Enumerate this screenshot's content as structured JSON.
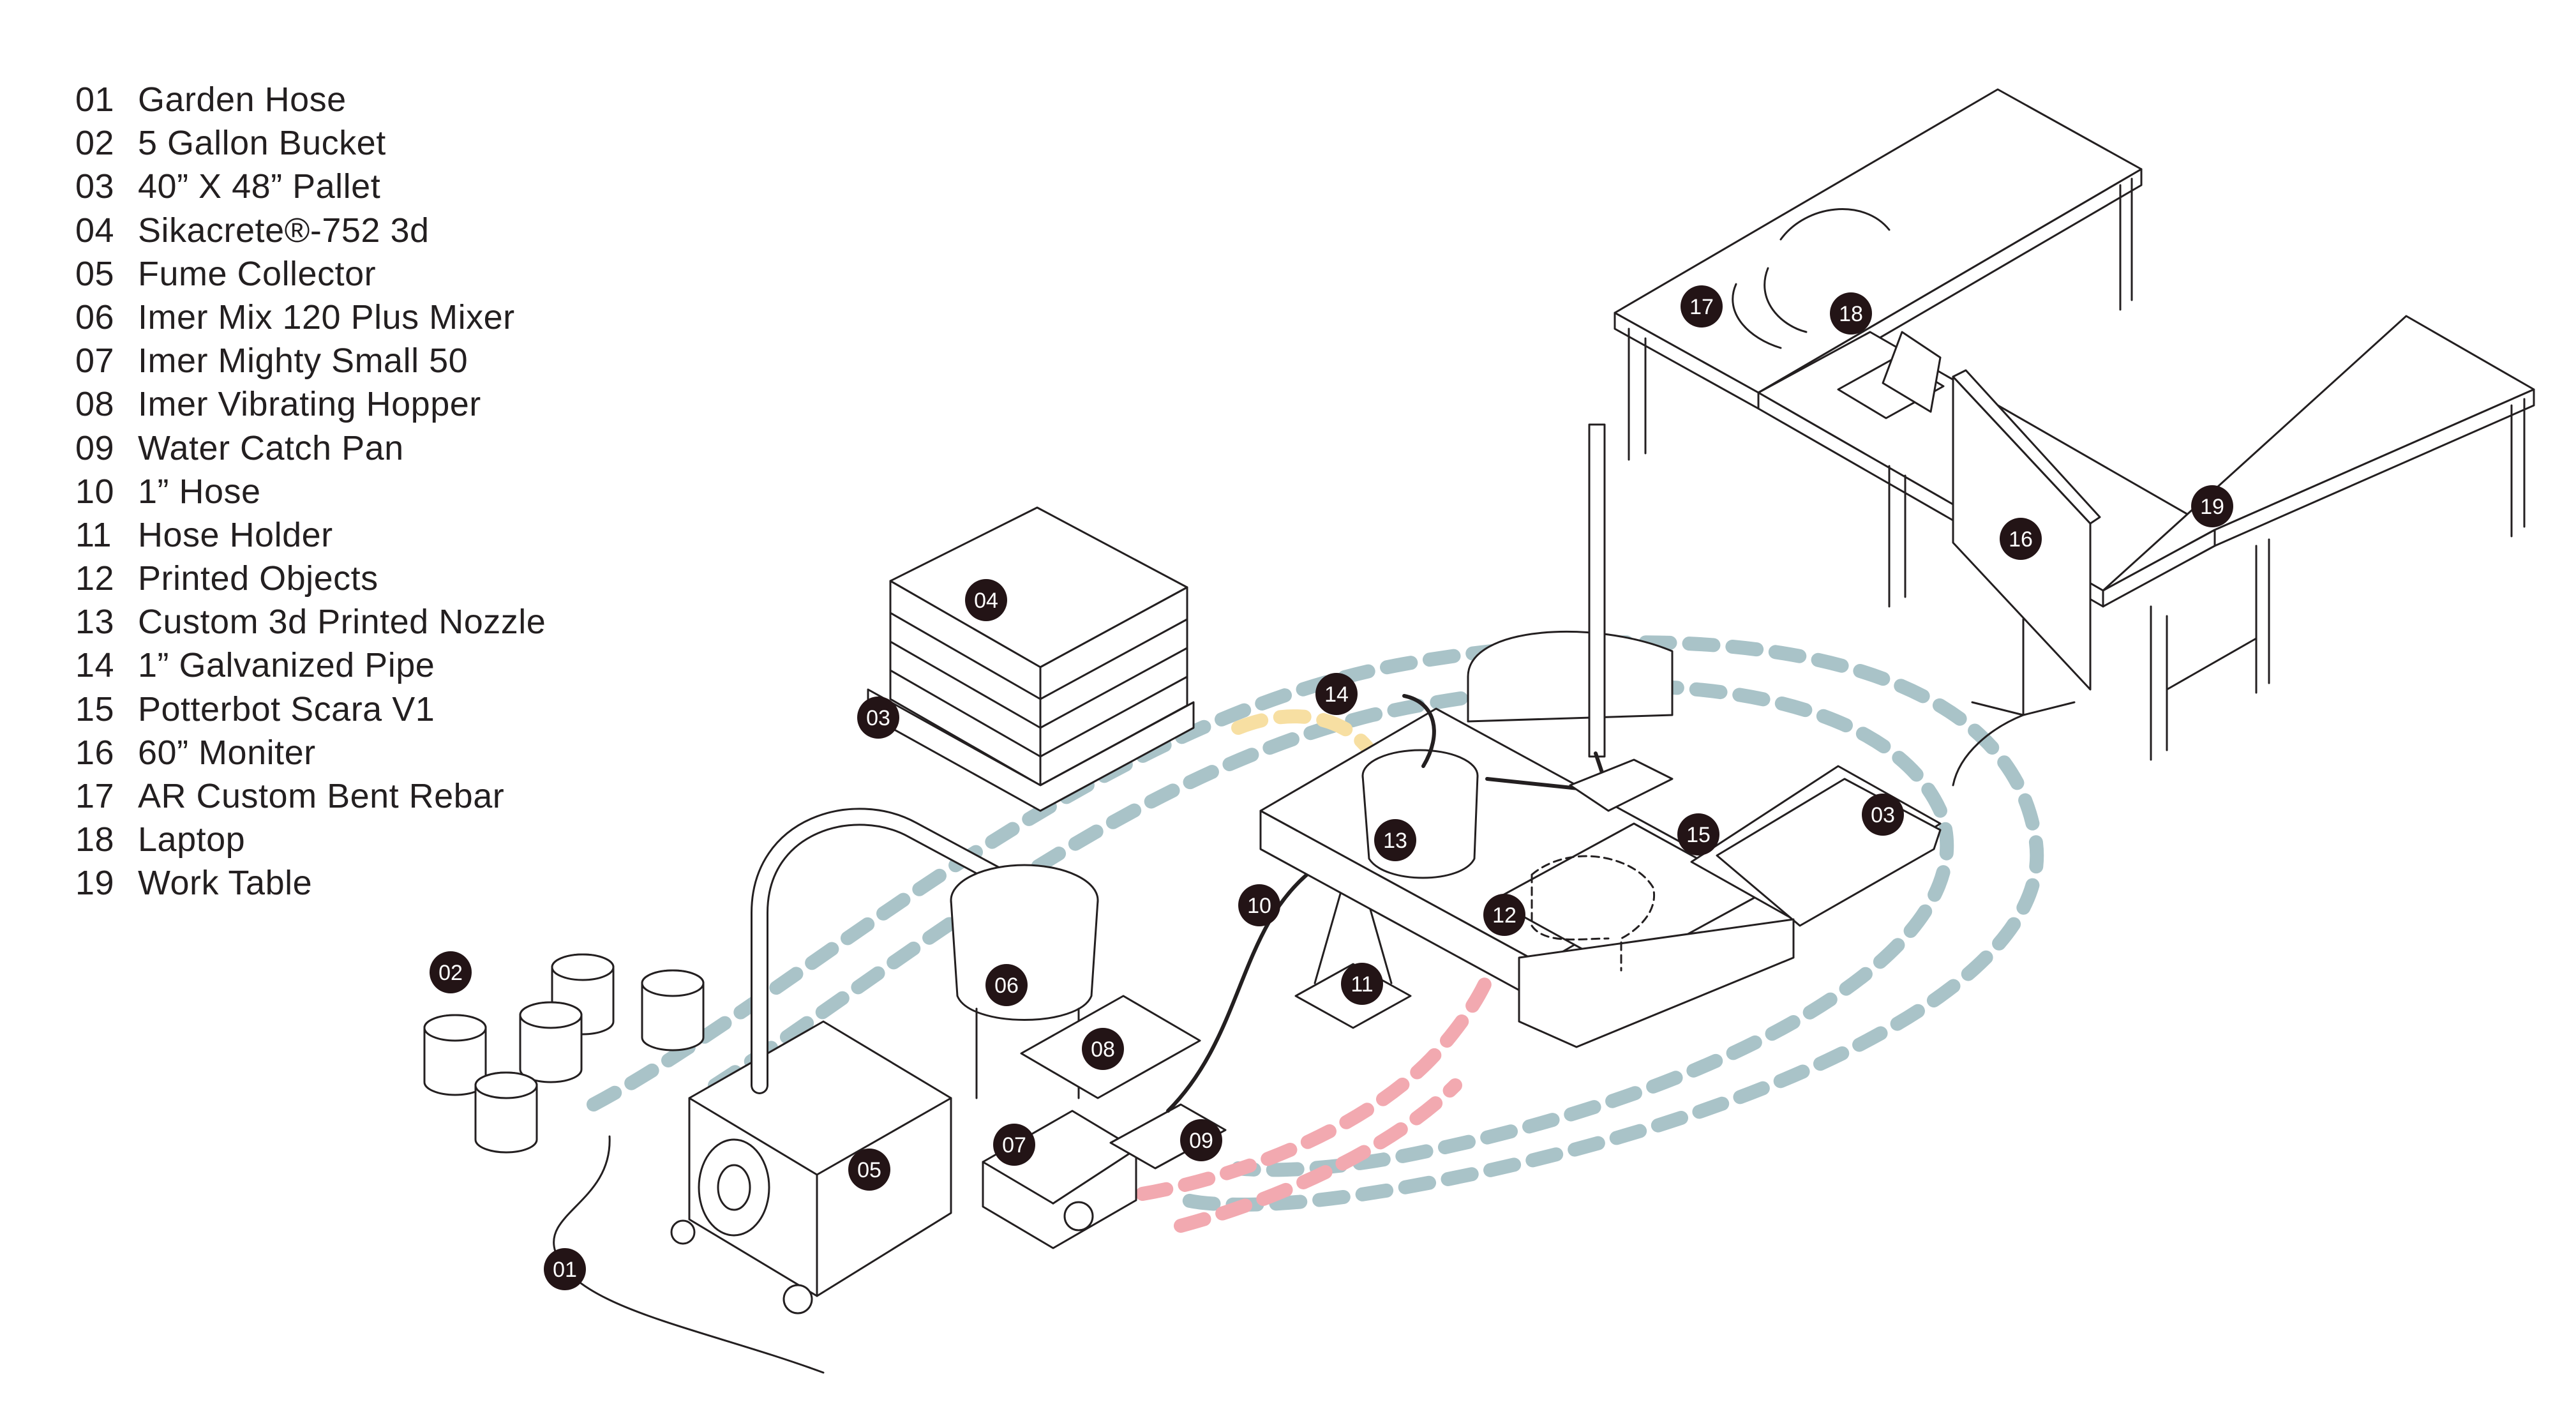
{
  "legend": [
    {
      "num": "01",
      "label": "Garden Hose"
    },
    {
      "num": "02",
      "label": "5 Gallon Bucket"
    },
    {
      "num": "03",
      "label": "40” X 48” Pallet"
    },
    {
      "num": "04",
      "label": "Sikacrete®-752 3d"
    },
    {
      "num": "05",
      "label": "Fume Collector"
    },
    {
      "num": "06",
      "label": "Imer Mix 120 Plus Mixer"
    },
    {
      "num": "07",
      "label": "Imer Mighty Small 50"
    },
    {
      "num": "08",
      "label": "Imer Vibrating Hopper"
    },
    {
      "num": "09",
      "label": "Water Catch Pan"
    },
    {
      "num": "10",
      "label": "1” Hose"
    },
    {
      "num": "11",
      "label": "Hose Holder"
    },
    {
      "num": "12",
      "label": "Printed Objects"
    },
    {
      "num": "13",
      "label": "Custom 3d Printed Nozzle"
    },
    {
      "num": "14",
      "label": "1” Galvanized Pipe"
    },
    {
      "num": "15",
      "label": "Potterbot Scara V1"
    },
    {
      "num": "16",
      "label": "60” Moniter"
    },
    {
      "num": "17",
      "label": "AR Custom Bent Rebar"
    },
    {
      "num": "18",
      "label": "Laptop"
    },
    {
      "num": "19",
      "label": "Work Table"
    }
  ],
  "markers": {
    "m01": "01",
    "m02": "02",
    "m03a": "03",
    "m03b": "03",
    "m04": "04",
    "m05": "05",
    "m06": "06",
    "m07": "07",
    "m08": "08",
    "m09": "09",
    "m10": "10",
    "m11": "11",
    "m12": "12",
    "m13": "13",
    "m14": "14",
    "m15": "15",
    "m16": "16",
    "m17": "17",
    "m18": "18",
    "m19": "19"
  },
  "colors": {
    "ink": "#231f20",
    "marker_fill": "#231416",
    "marker_text": "#ffffff",
    "path_blue": "#a9c3c8",
    "path_red": "#f2a9b0",
    "path_yellow": "#f7dfa2"
  }
}
